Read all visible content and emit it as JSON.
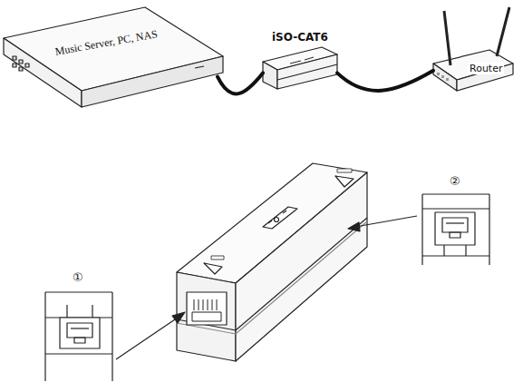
{
  "diagram": {
    "nodes": [
      {
        "text": [
          "Music Server, PC, NAS"
        ]
      },
      {
        "text": [
          "iSO-CAT6"
        ]
      },
      {
        "text": [
          "Router"
        ]
      }
    ],
    "edges": [
      {
        "from": 0,
        "to": 1,
        "arrow": "none"
      },
      {
        "from": 1,
        "to": 2,
        "arrow": "none"
      }
    ],
    "labels": [
      "①",
      "②"
    ]
  }
}
